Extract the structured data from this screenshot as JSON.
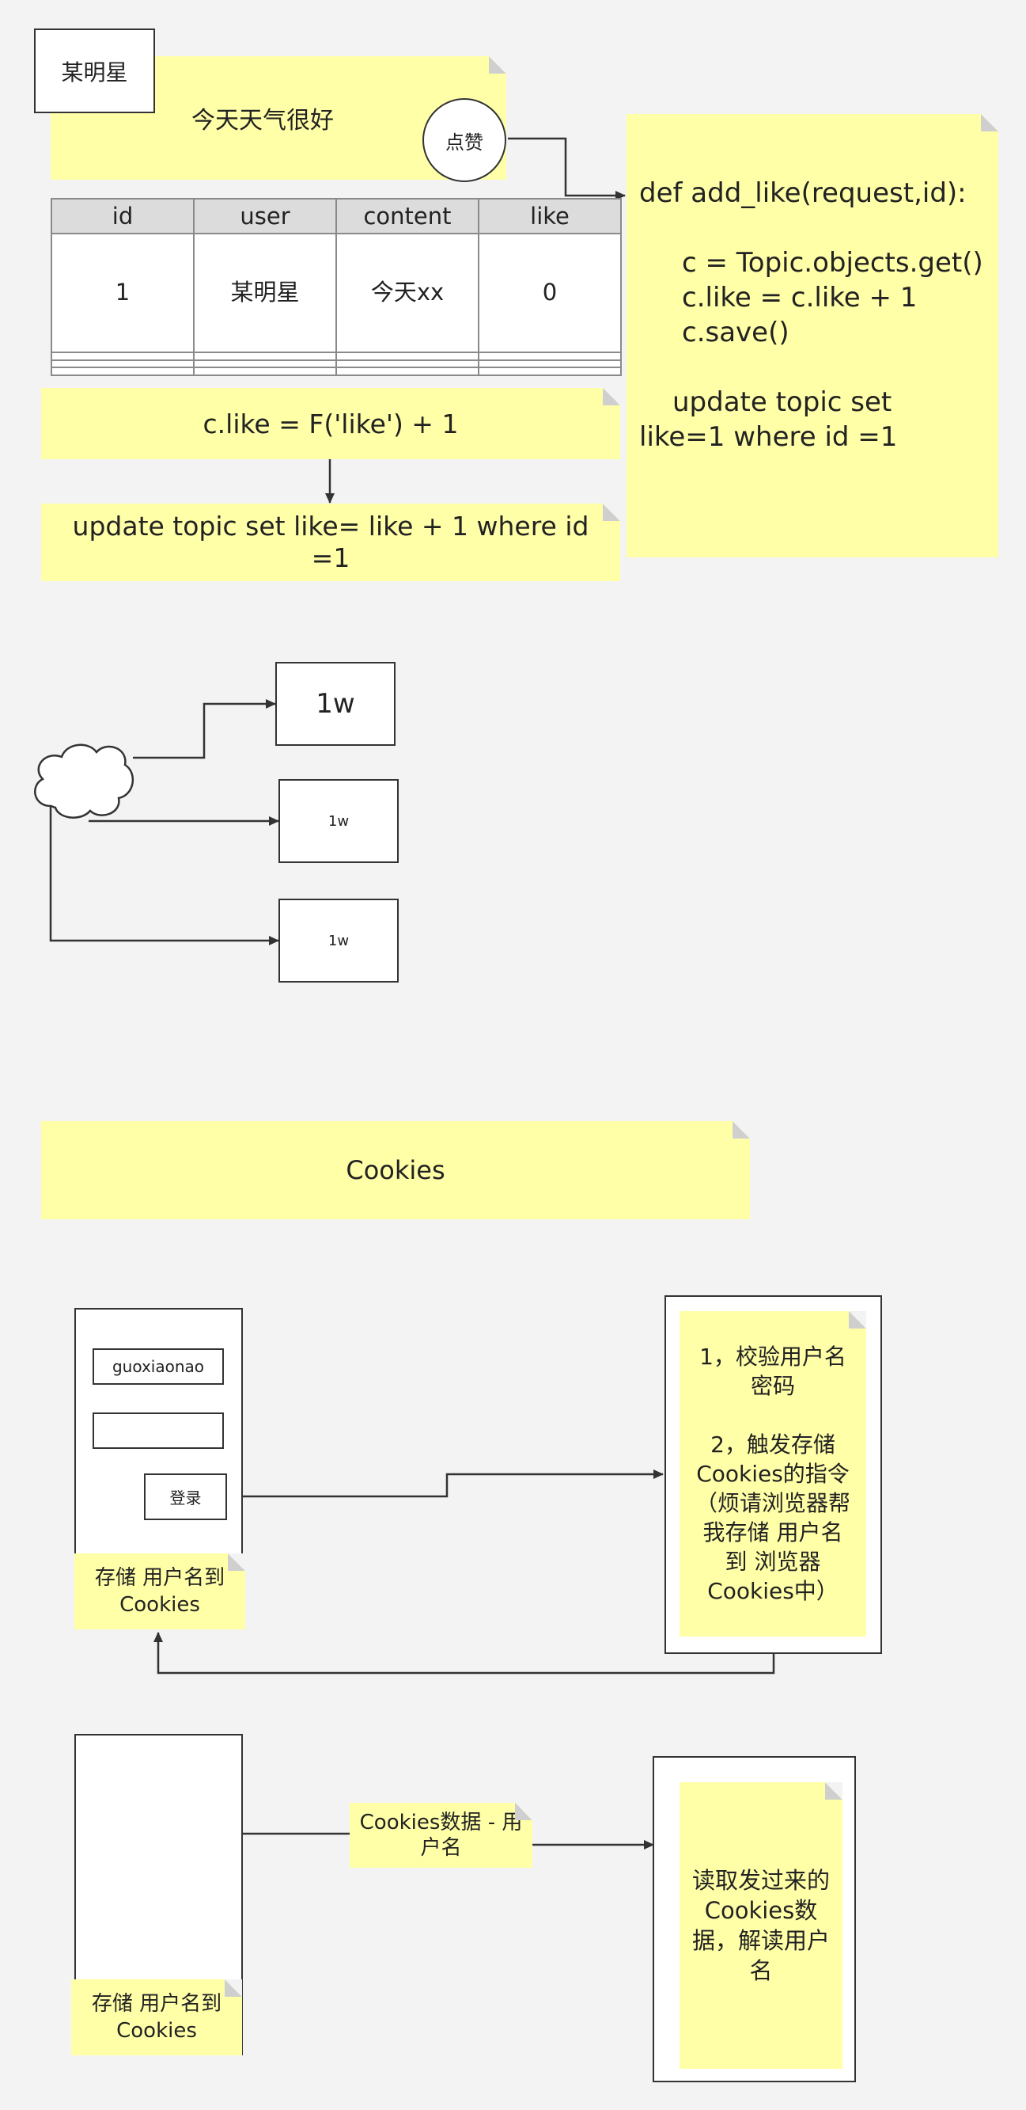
{
  "top": {
    "author_label": "某明星",
    "post_text": "今天天气很好",
    "like_button": "点赞",
    "table": {
      "headers": [
        "id",
        "user",
        "content",
        "like"
      ],
      "rows": [
        [
          "1",
          "某明星",
          "今天xx",
          "0"
        ],
        [
          "",
          "",
          "",
          ""
        ],
        [
          "",
          "",
          "",
          ""
        ],
        [
          "",
          "",
          "",
          ""
        ]
      ]
    },
    "f_expr": "c.like = F('like') + 1",
    "f_sql": "update topic set like= like + 1 where id =1",
    "code": {
      "line1": "def add_like(request,id):",
      "line2": "c = Topic.objects.get()",
      "line3": "c.like = c.like + 1",
      "line4": "c.save()",
      "line5": "update topic set",
      "line6": "like=1 where id =1"
    }
  },
  "middle": {
    "box1": "1w",
    "box2": "1w",
    "box3": "1w"
  },
  "cookies": {
    "title": "Cookies",
    "login": {
      "username_value": "guoxiaonao",
      "login_button": "登录",
      "store_note": "存储 用户名到 Cookies"
    },
    "server_steps": "1，校验用户名密码\n\n2，触发存储Cookies的指令（烦请浏览器帮我存储 用户名 到 浏览器Cookies中）",
    "flow_label": "Cookies数据 - 用户名",
    "store_note2": "存储 用户名到 Cookies",
    "server_read": "读取发过来的Cookies数据，解读用户名"
  }
}
